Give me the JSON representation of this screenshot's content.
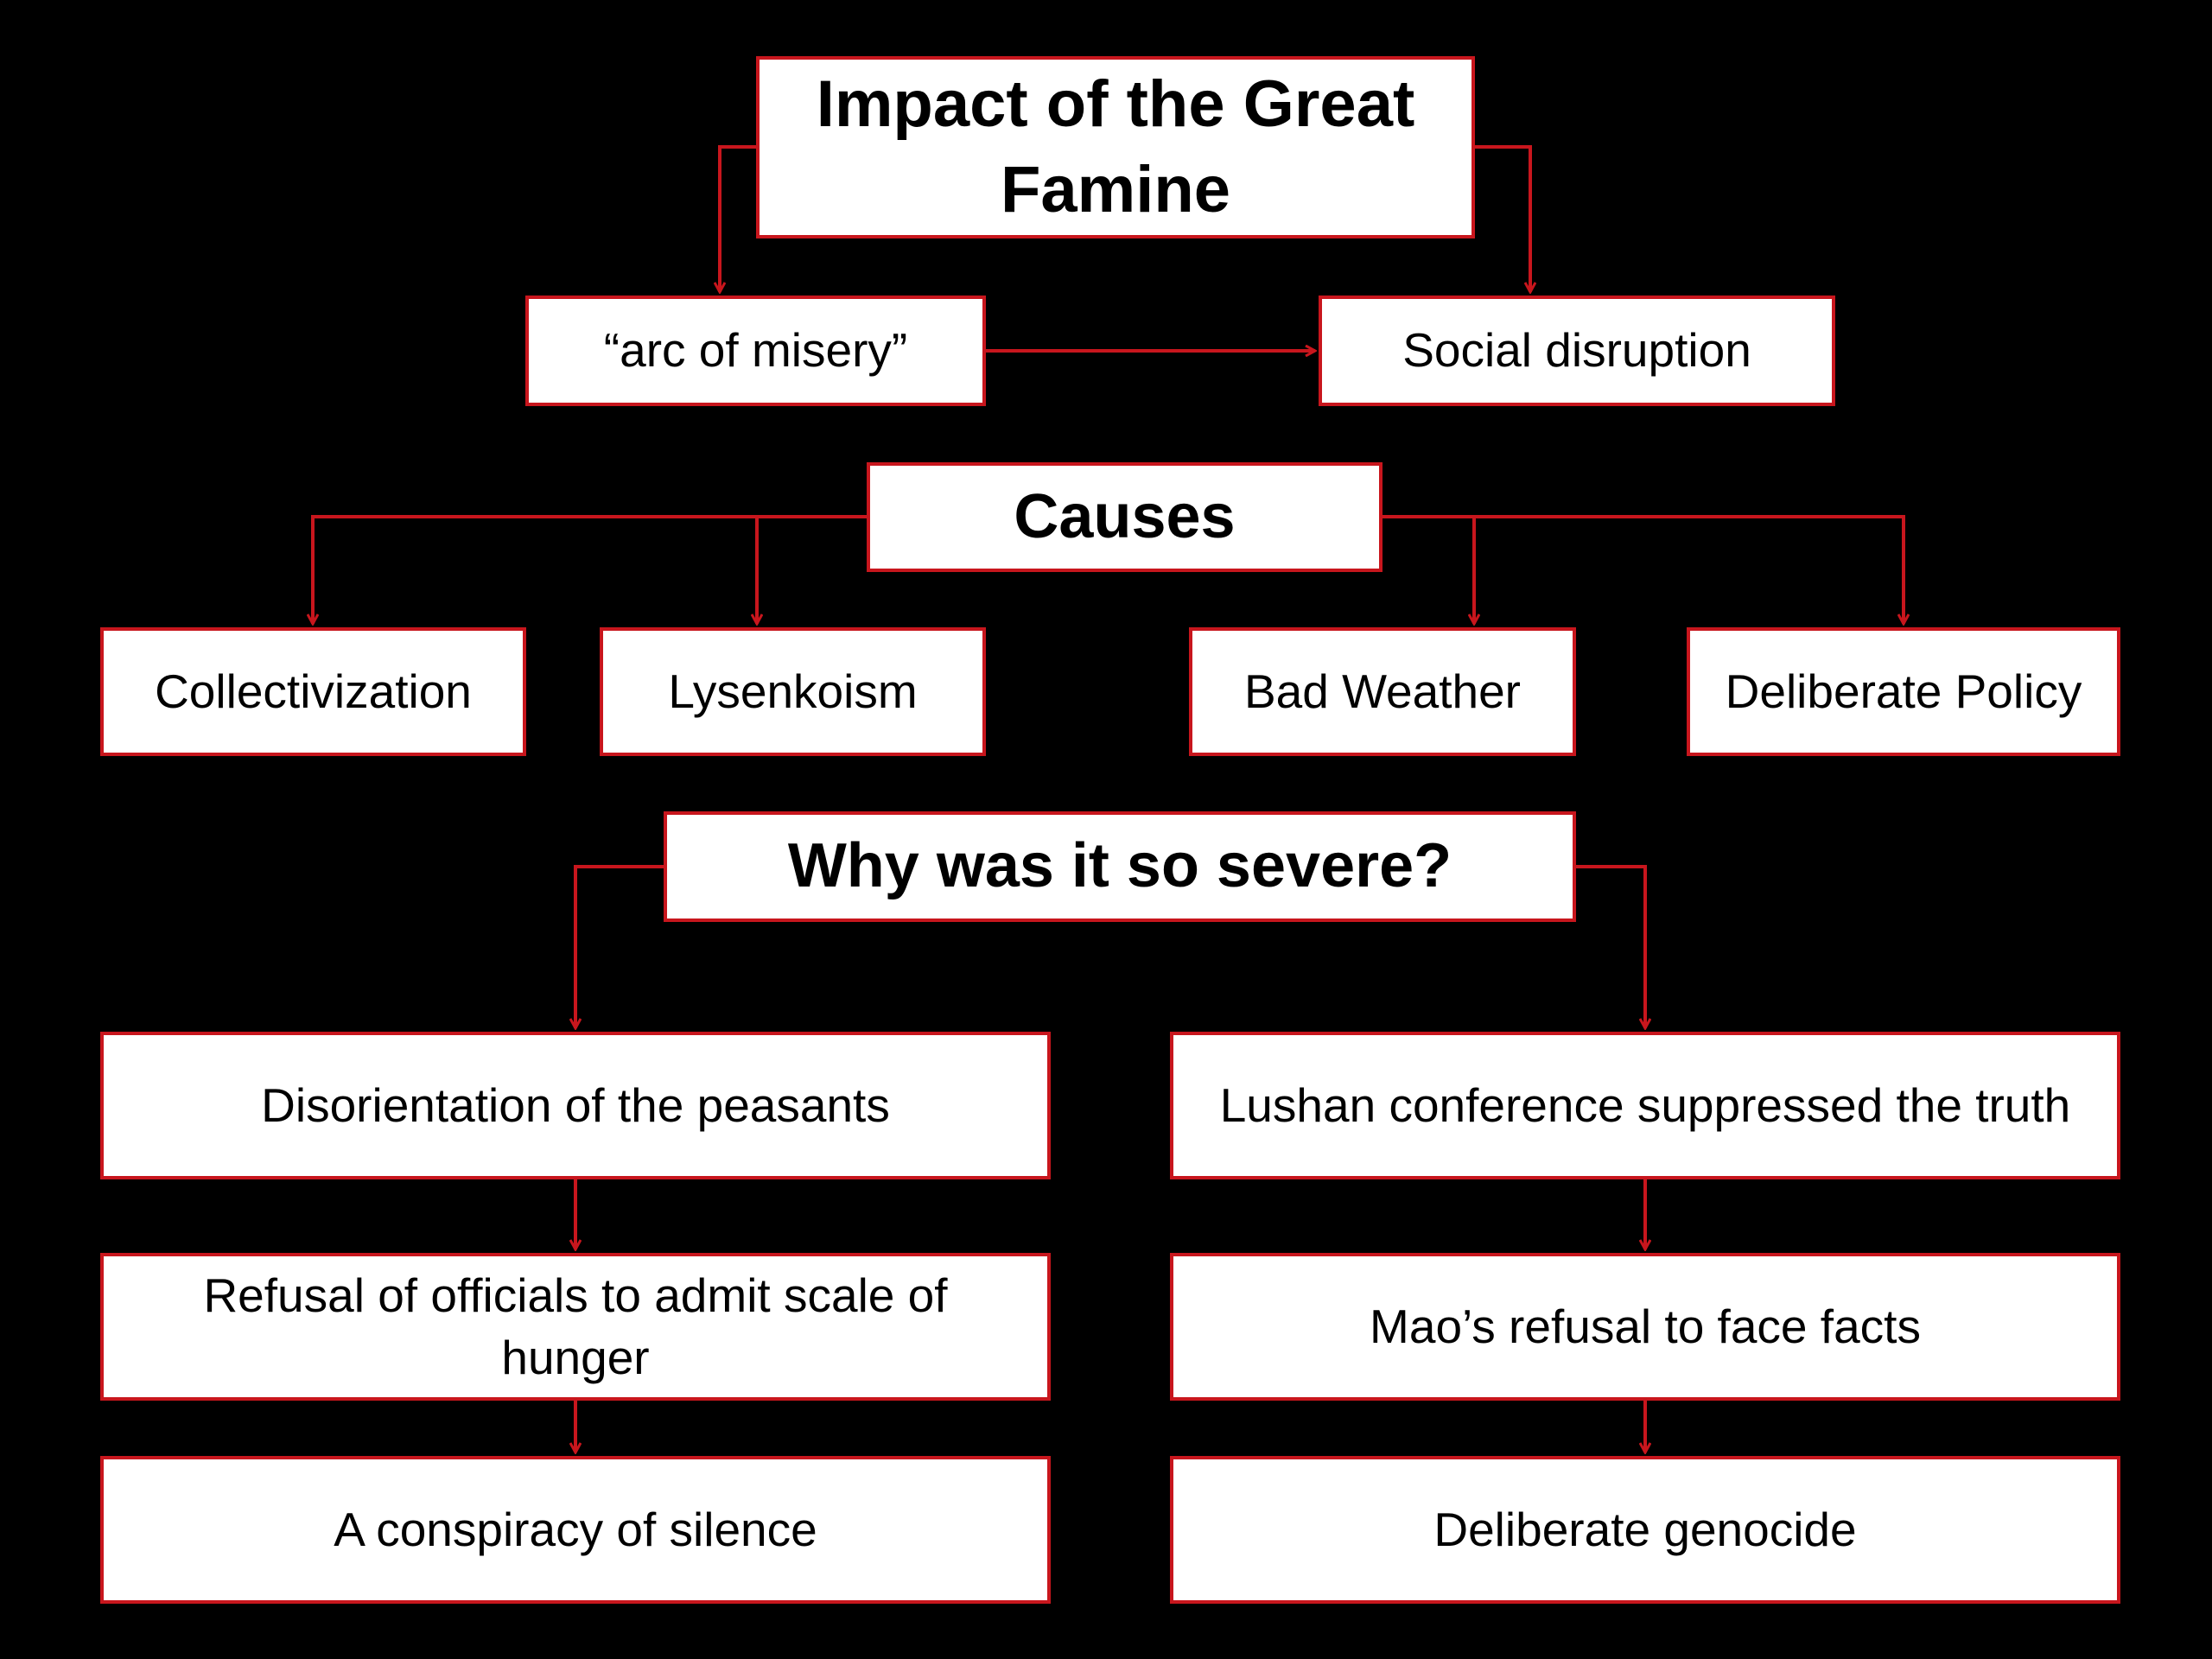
{
  "title": "Impact of the Great Famine",
  "impacts": {
    "arc_of_misery": "“arc of misery”",
    "social_disruption": "Social disruption"
  },
  "causes": {
    "heading": "Causes",
    "items": [
      "Collectivization",
      "Lysenkoism",
      "Bad Weather",
      "Deliberate Policy"
    ]
  },
  "severity": {
    "heading": "Why was it so severe?",
    "left_chain": [
      "Disorientation of the peasants",
      "Refusal of officials to admit scale of hunger",
      "A conspiracy of silence"
    ],
    "right_chain": [
      "Lushan conference suppressed the truth",
      "Mao’s refusal to face facts",
      "Deliberate genocide"
    ]
  },
  "colors": {
    "background": "#000000",
    "box_fill": "#ffffff",
    "border_and_arrows": "#c8161d",
    "text": "#000000"
  }
}
